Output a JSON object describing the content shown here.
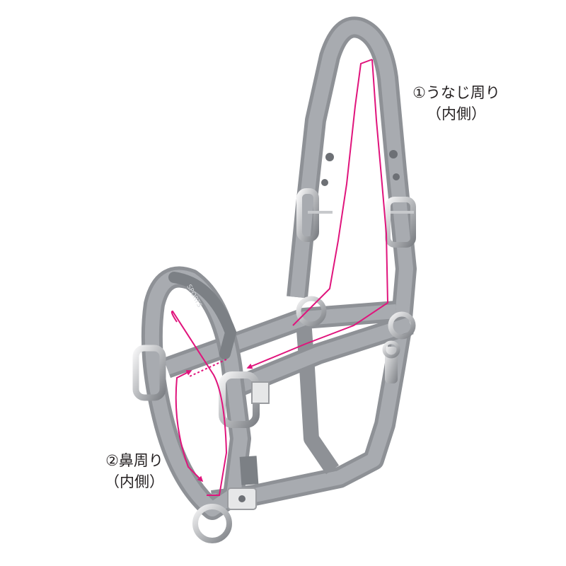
{
  "labels": {
    "poll_line1": "①うなじ周り",
    "poll_line2": "（内側）",
    "nose_line1": "②鼻周り",
    "nose_line2": "（内側）"
  },
  "strap_text": "SPORTS",
  "colors": {
    "strap": "#8e9196",
    "strap_dark": "#6d7075",
    "strap_light": "#a8abb0",
    "metal": "#d9dadc",
    "metal_dark": "#8a8c90",
    "measure_line": "#e0147c",
    "label_text": "#231f20"
  }
}
